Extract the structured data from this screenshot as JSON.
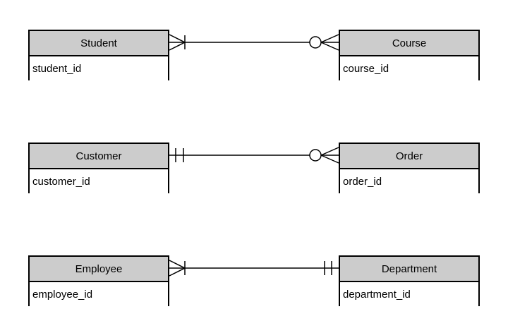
{
  "diagram": {
    "background": "#ffffff",
    "colors": {
      "entity_header_fill": "#cccccc",
      "entity_border": "#000000",
      "connector_line": "#000000",
      "text": "#000000"
    },
    "entities": [
      {
        "name": "Student",
        "attribute": "student_id"
      },
      {
        "name": "Course",
        "attribute": "course_id"
      },
      {
        "name": "Customer",
        "attribute": "customer_id"
      },
      {
        "name": "Order",
        "attribute": "order_id"
      },
      {
        "name": "Employee",
        "attribute": "employee_id"
      },
      {
        "name": "Department",
        "attribute": "department_id"
      }
    ],
    "relationships": [
      {
        "from": "Student",
        "to": "Course",
        "from_cardinality": "one-or-many (crow's foot with bar)",
        "to_cardinality": "zero-or-many (circle with crow's foot)"
      },
      {
        "from": "Customer",
        "to": "Order",
        "from_cardinality": "exactly-one (double bar)",
        "to_cardinality": "zero-or-many (circle with crow's foot)"
      },
      {
        "from": "Employee",
        "to": "Department",
        "from_cardinality": "one-or-many (crow's foot with bar)",
        "to_cardinality": "exactly-one (double bar)"
      }
    ]
  }
}
